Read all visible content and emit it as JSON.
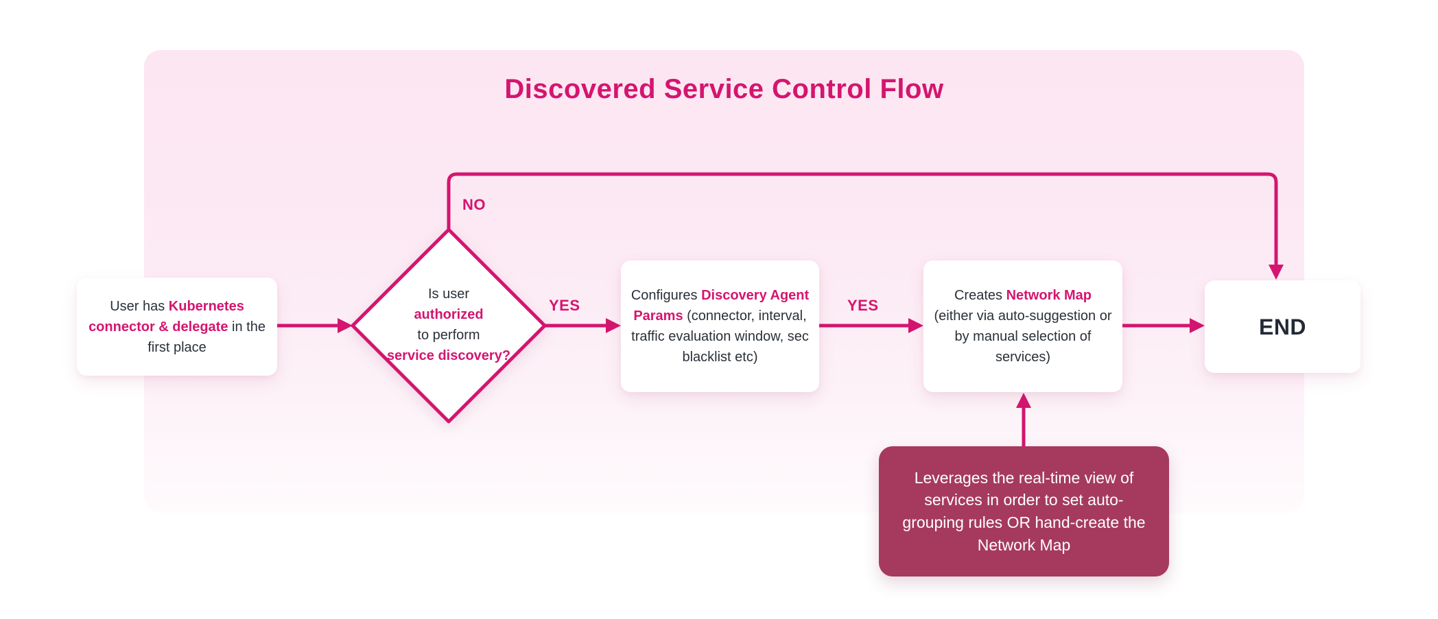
{
  "title": "Discovered Service Control Flow",
  "colors": {
    "accent": "#d4156f",
    "note_bg": "#a53a5e",
    "text": "#2a3038",
    "panel_top": "#fce6f1"
  },
  "labels": {
    "no": "NO",
    "yes1": "YES",
    "yes2": "YES"
  },
  "nodes": {
    "start": {
      "pre": "User has ",
      "accent": "Kubernetes connector & delegate",
      "post": " in the first place"
    },
    "decision": {
      "line1": "Is user",
      "line2": "authorized",
      "line3": "to perform",
      "line4": "service discovery?"
    },
    "configure": {
      "pre": "Configures ",
      "accent": "Discovery Agent Params",
      "post": " (connector, interval, traffic evaluation window, sec blacklist etc)"
    },
    "create": {
      "pre": "Creates ",
      "accent": "Network Map",
      "post": " (either via auto-suggestion or by manual selection of services)"
    },
    "end": {
      "label": "END"
    },
    "note": {
      "text": "Leverages the real-time view of services in order to set auto-grouping rules OR hand-create the Network Map"
    }
  }
}
